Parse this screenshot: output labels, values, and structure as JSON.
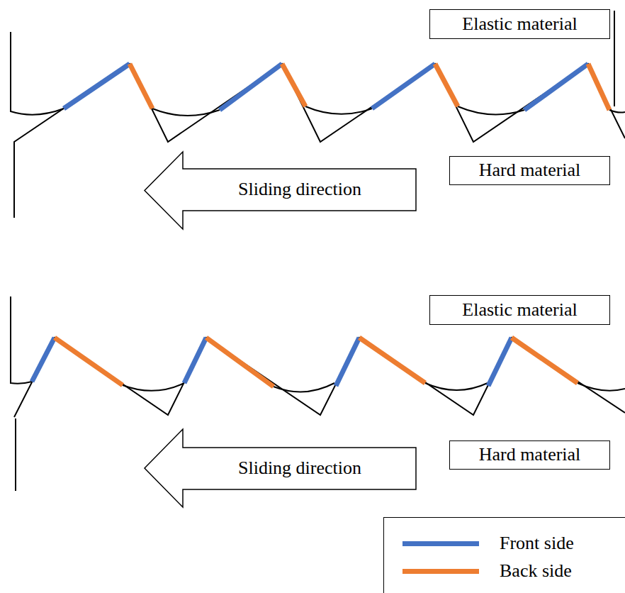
{
  "diagram": {
    "nodes": [
      {
        "text": [
          "Elastic material"
        ]
      },
      {
        "text": [
          "Hard material"
        ]
      },
      {
        "text": [
          "Sliding direction"
        ]
      },
      {
        "text": [
          "Elastic material"
        ]
      },
      {
        "text": [
          "Hard material"
        ]
      },
      {
        "text": [
          "Sliding direction"
        ]
      }
    ],
    "legend": [
      {
        "text": "Front side",
        "color": "#4472C4"
      },
      {
        "text": "Back side",
        "color": "#ED7D31"
      }
    ]
  }
}
